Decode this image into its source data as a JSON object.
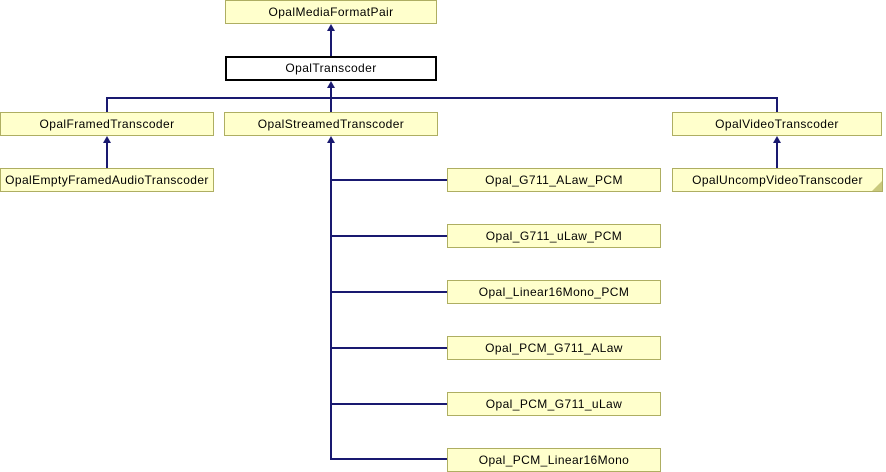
{
  "diagram": {
    "type": "class-inheritance-graph",
    "highlighted_node": "OpalTranscoder"
  },
  "colors": {
    "background": "#FFFFFF",
    "node_fill": "#FFFFCC",
    "node_border": "#AEAE62",
    "current_node_fill": "#FFFFFF",
    "current_node_border": "#000000",
    "edge": "#191970",
    "fold": "#C9C97D",
    "text": "#000000"
  },
  "nodes": [
    {
      "label": "OpalMediaFormatPair"
    },
    {
      "label": "OpalTranscoder"
    },
    {
      "label": "OpalFramedTranscoder"
    },
    {
      "label": "OpalStreamedTranscoder"
    },
    {
      "label": "OpalVideoTranscoder"
    },
    {
      "label": "OpalEmptyFramedAudioTranscoder"
    },
    {
      "label": "OpalUncompVideoTranscoder",
      "truncated": true
    },
    {
      "label": "Opal_G711_ALaw_PCM"
    },
    {
      "label": "Opal_G711_uLaw_PCM"
    },
    {
      "label": "Opal_Linear16Mono_PCM"
    },
    {
      "label": "Opal_PCM_G711_ALaw"
    },
    {
      "label": "Opal_PCM_G711_uLaw"
    },
    {
      "label": "Opal_PCM_Linear16Mono"
    }
  ],
  "edges": [
    {
      "from": "OpalTranscoder",
      "to": "OpalMediaFormatPair"
    },
    {
      "from": "OpalFramedTranscoder",
      "to": "OpalTranscoder"
    },
    {
      "from": "OpalStreamedTranscoder",
      "to": "OpalTranscoder"
    },
    {
      "from": "OpalVideoTranscoder",
      "to": "OpalTranscoder"
    },
    {
      "from": "OpalEmptyFramedAudioTranscoder",
      "to": "OpalFramedTranscoder"
    },
    {
      "from": "OpalUncompVideoTranscoder",
      "to": "OpalVideoTranscoder"
    },
    {
      "from": "Opal_G711_ALaw_PCM",
      "to": "OpalStreamedTranscoder"
    },
    {
      "from": "Opal_G711_uLaw_PCM",
      "to": "OpalStreamedTranscoder"
    },
    {
      "from": "Opal_Linear16Mono_PCM",
      "to": "OpalStreamedTranscoder"
    },
    {
      "from": "Opal_PCM_G711_ALaw",
      "to": "OpalStreamedTranscoder"
    },
    {
      "from": "Opal_PCM_G711_uLaw",
      "to": "OpalStreamedTranscoder"
    },
    {
      "from": "Opal_PCM_Linear16Mono",
      "to": "OpalStreamedTranscoder"
    }
  ]
}
